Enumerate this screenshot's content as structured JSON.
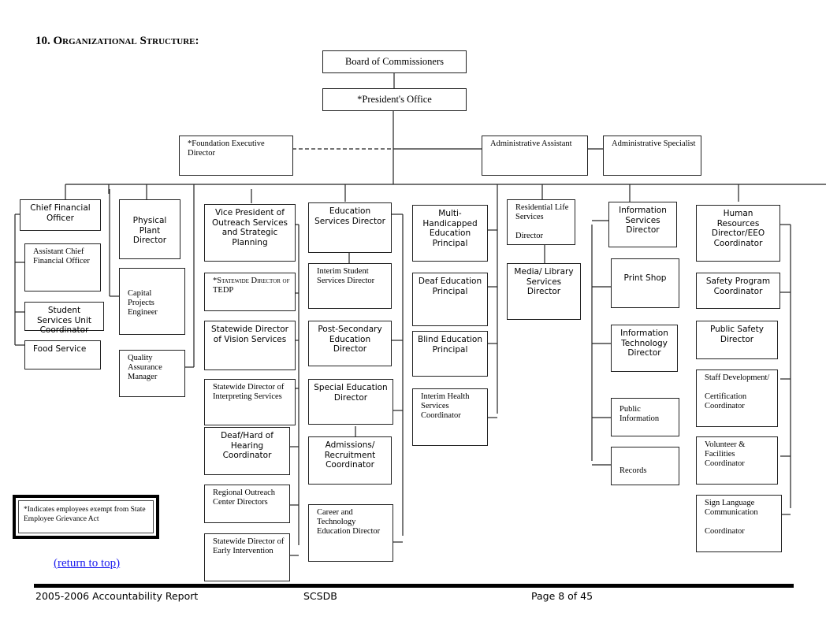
{
  "section_title": "10. Organizational Structure:",
  "top": {
    "board": "Board of Commissioners",
    "president": "*President's Office",
    "foundation": "*Foundation Executive Director",
    "admin_assistant": "Administrative Assistant",
    "admin_specialist": "Administrative Specialist"
  },
  "col_finance": {
    "head": "Chief Financial Officer",
    "items": [
      "Assistant Chief Financial Officer",
      "Student Services Unit Coordinator",
      "Food Service"
    ]
  },
  "col_plant": {
    "head": "Physical Plant Director",
    "items": [
      "Capital Projects Engineer",
      "Quality Assurance Manager"
    ]
  },
  "col_outreach": {
    "head": "Vice President of Outreach Services and Strategic Planning",
    "items": [
      "*Statewide Director of TEDP",
      "Statewide Director of Vision Services",
      "Statewide Director of Interpreting Services",
      "Deaf/Hard of Hearing Coordinator",
      "Regional Outreach Center Directors",
      "Statewide Director of Early Intervention"
    ]
  },
  "col_education": {
    "head": "Education Services Director",
    "items": [
      "Interim Student Services Director",
      "Post-Secondary Education Director",
      "Special Education Director",
      "Admissions/ Recruitment Coordinator",
      "Career and Technology Education Director"
    ]
  },
  "col_principals": {
    "items": [
      "Multi-Handicapped Education Principal",
      "Deaf Education Principal",
      "Blind Education Principal",
      "Interim Health Services Coordinator"
    ]
  },
  "col_residential": {
    "head": "Residential Life Services\n\nDirector",
    "items": [
      "Media/ Library Services Director"
    ]
  },
  "col_info": {
    "head": "Information Services Director",
    "items": [
      "Print Shop",
      "Information Technology Director",
      "Public Information",
      "Records"
    ]
  },
  "col_hr": {
    "head": "Human Resources Director/EEO Coordinator",
    "items": [
      "Safety Program Coordinator",
      "Public Safety Director",
      "Staff Development/\n\nCertification Coordinator",
      "Volunteer & Facilities Coordinator",
      "Sign Language Communication\n\nCoordinator"
    ]
  },
  "legend": "*Indicates employees exempt from State Employee Grievance Act",
  "return_link": "(return to top)",
  "footer": {
    "report": "2005-2006 Accountability Report",
    "org": "SCSDB",
    "page": "Page 8 of 45"
  }
}
